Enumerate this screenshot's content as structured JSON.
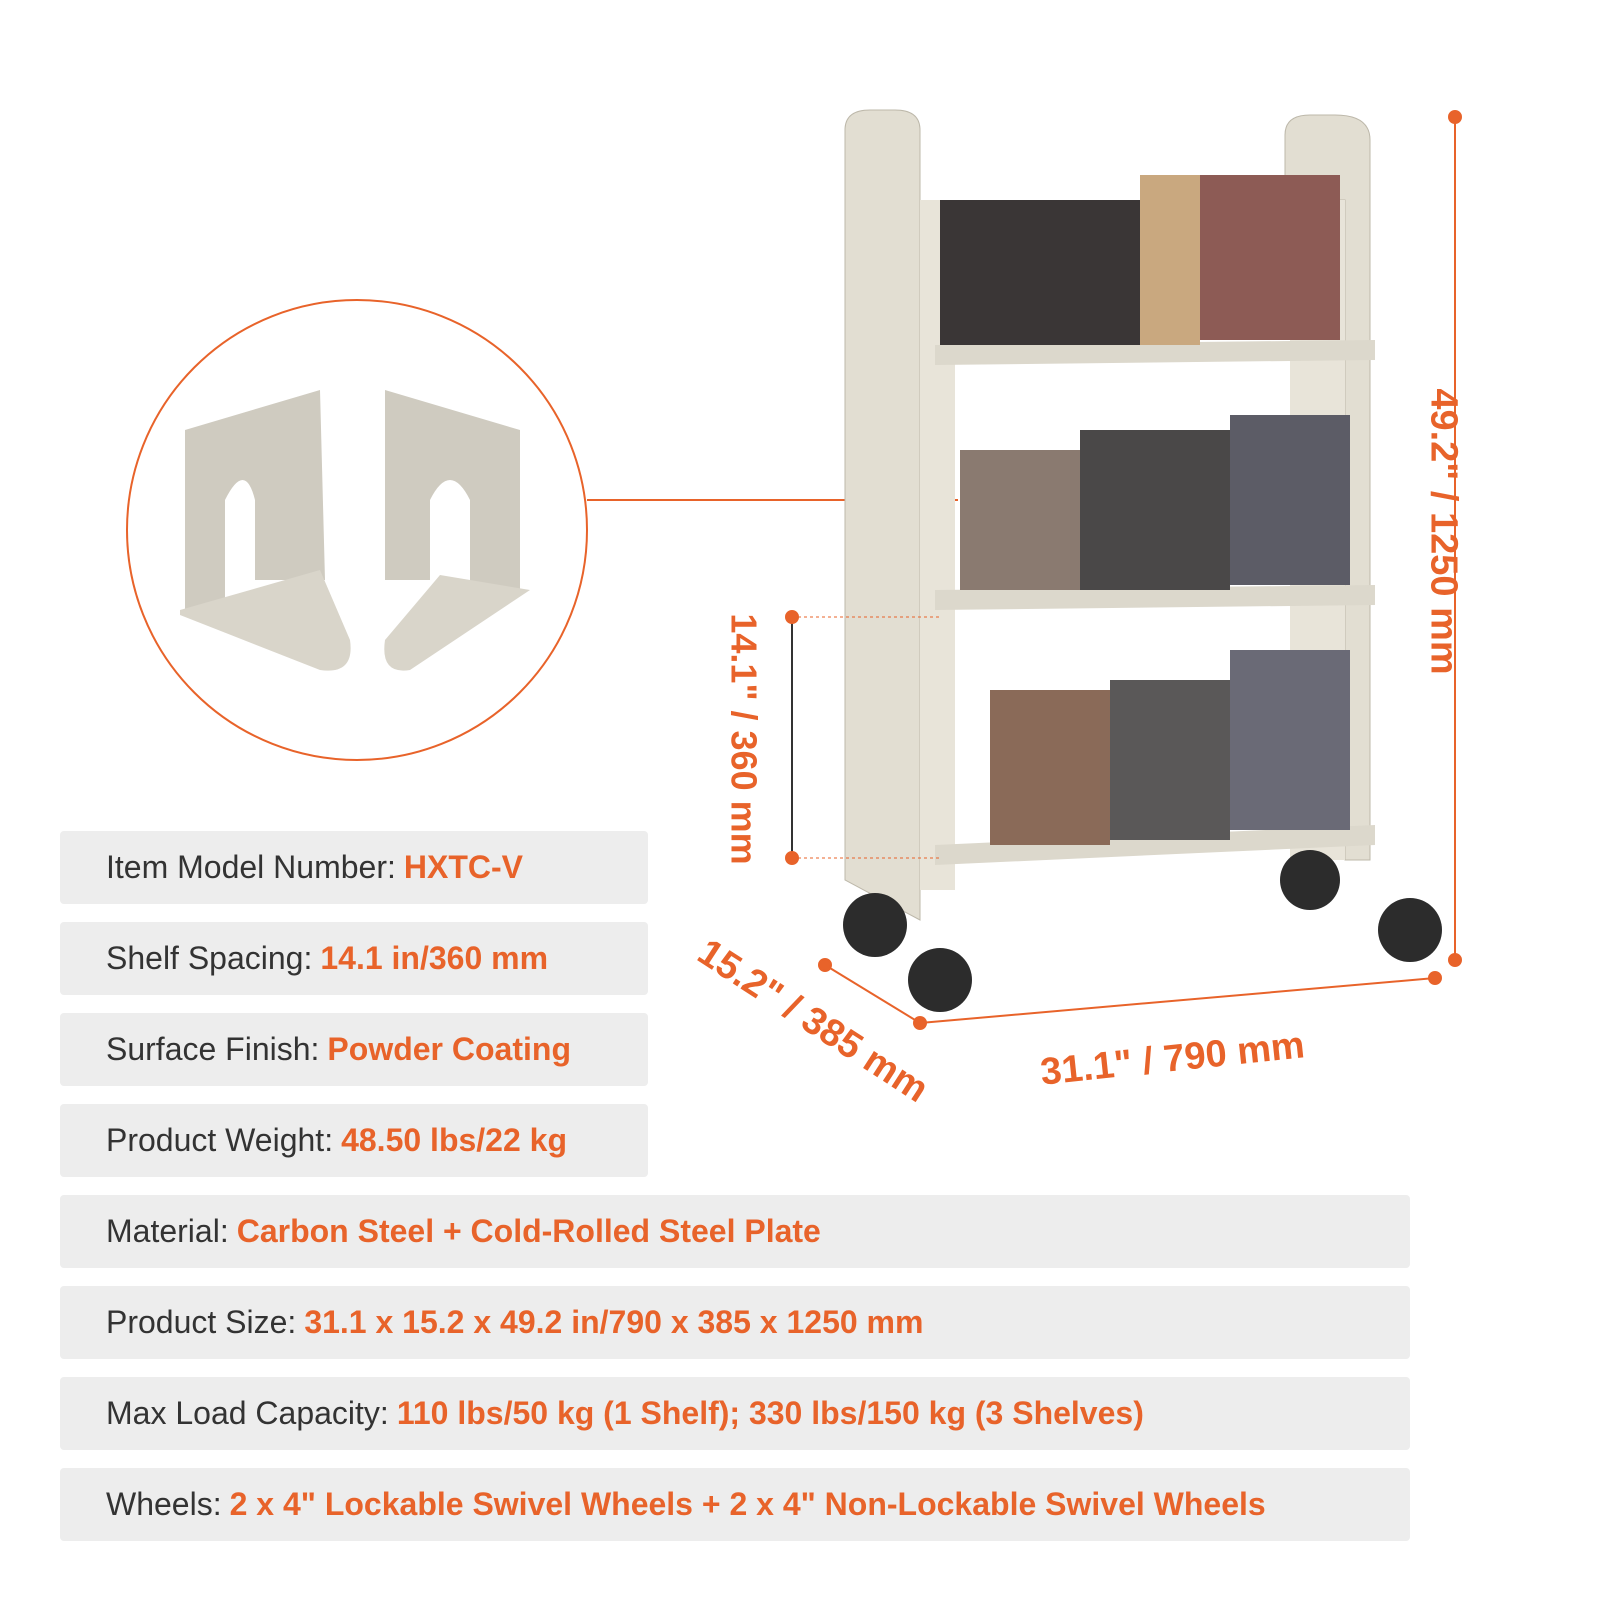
{
  "specs": [
    {
      "label": "Item Model Number:",
      "value": "HXTC-V"
    },
    {
      "label": "Shelf Spacing:",
      "value": "14.1 in/360 mm"
    },
    {
      "label": "Surface Finish:",
      "value": "Powder Coating"
    },
    {
      "label": "Product Weight:",
      "value": "48.50 lbs/22 kg"
    },
    {
      "label": "Material:",
      "value": "Carbon Steel + Cold-Rolled Steel Plate"
    },
    {
      "label": "Product Size:",
      "value": "31.1 x 15.2 x 49.2 in/790 x 385 x 1250 mm"
    },
    {
      "label": "Max Load Capacity:",
      "value": "110 lbs/50 kg (1 Shelf); 330 lbs/150 kg (3 Shelves)"
    },
    {
      "label": "Wheels:",
      "value": "2 x 4\" Lockable Swivel Wheels + 2 x 4\" Non-Lockable Swivel Wheels"
    }
  ],
  "dimensions": {
    "height": "49.2\" / 1250 mm",
    "shelf_spacing": "14.1\" / 360 mm",
    "depth": "15.2\" / 385 mm",
    "width": "31.1\" / 790 mm"
  },
  "colors": {
    "accent": "#e8632a",
    "frame": "#dcd8cc",
    "spec_bg": "#ededed"
  }
}
